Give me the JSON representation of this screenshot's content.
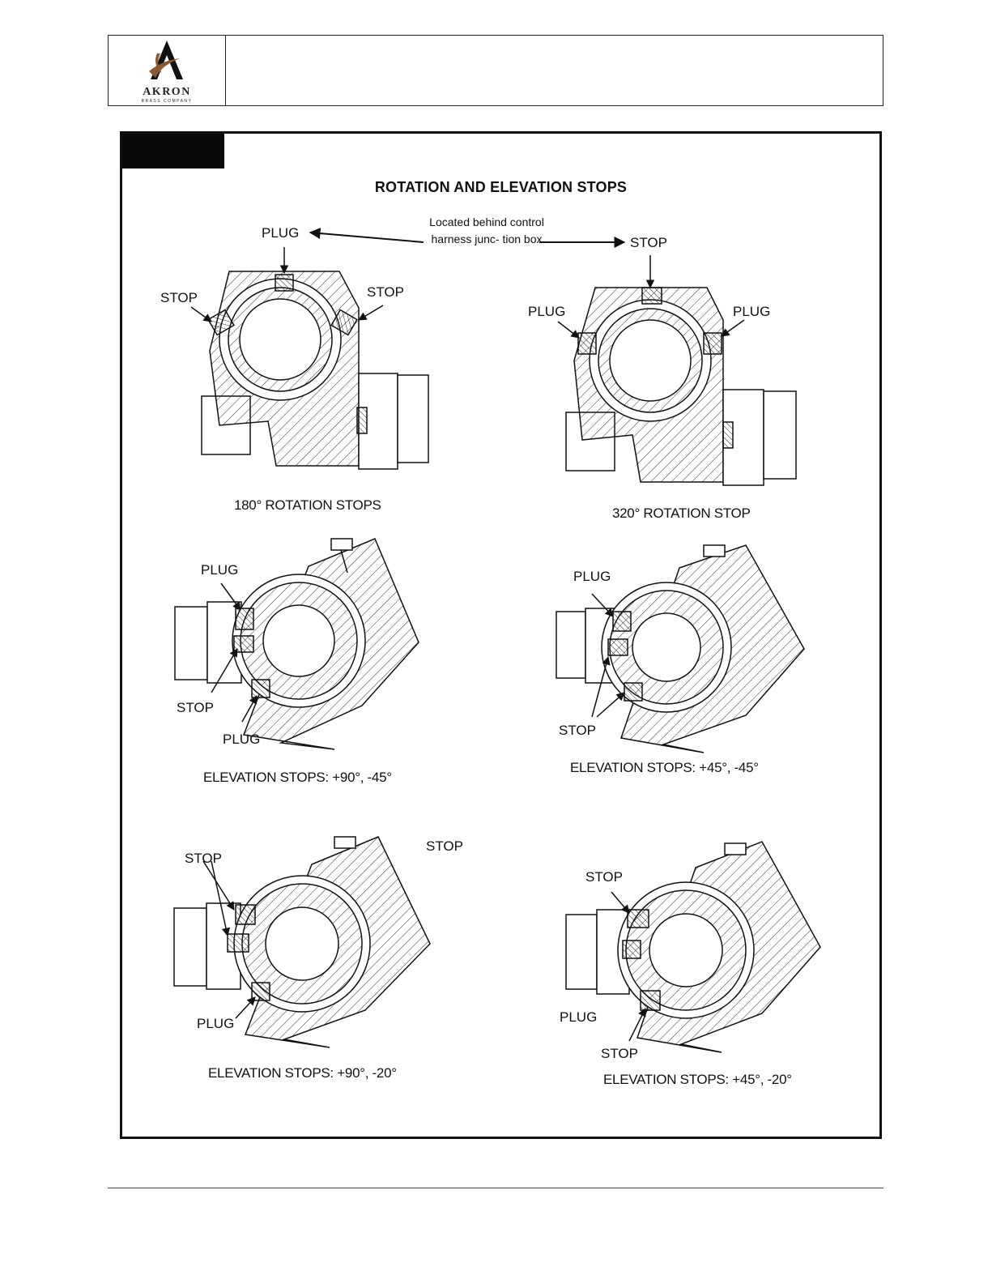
{
  "header": {
    "logo_text": "AKRON",
    "logo_subtext": "BRASS COMPANY"
  },
  "figure": {
    "title": "ROTATION AND ELEVATION STOPS",
    "note": "Located behind control harness junc- tion box",
    "rotation_180": {
      "caption": "180° ROTATION STOPS",
      "labels": {
        "top": "PLUG",
        "left": "STOP",
        "right": "STOP"
      }
    },
    "rotation_320": {
      "caption": "320° ROTATION STOP",
      "labels": {
        "top": "STOP",
        "left": "PLUG",
        "right": "PLUG"
      }
    },
    "elev_90_45": {
      "caption": "ELEVATION STOPS: +90°, -45°",
      "labels": {
        "top": "PLUG",
        "middle": "STOP",
        "bottom": "PLUG"
      }
    },
    "elev_45_45": {
      "caption": "ELEVATION STOPS: +45°, -45°",
      "labels": {
        "top": "PLUG",
        "bottom": "STOP"
      }
    },
    "elev_90_20": {
      "caption": "ELEVATION STOPS: +90°, -20°",
      "labels": {
        "top": "STOP",
        "stray": "STOP",
        "bottom": "PLUG"
      }
    },
    "elev_45_20": {
      "caption": "ELEVATION STOPS: +45°, -20°",
      "labels": {
        "top": "STOP",
        "middle": "PLUG",
        "bottom": "STOP"
      }
    }
  },
  "colors": {
    "frame": "#111111",
    "logo_brown": "#8a5a35",
    "hatch": "#333333"
  }
}
